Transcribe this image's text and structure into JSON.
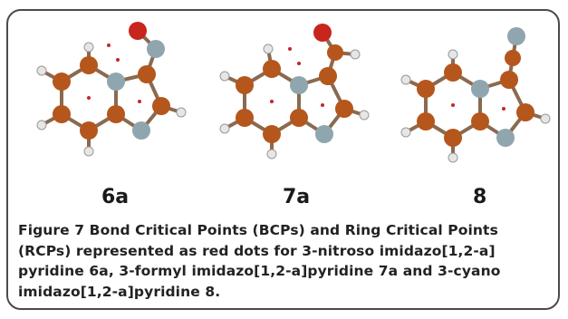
{
  "molecules": [
    {
      "label": "6a",
      "substituent": "nitroso"
    },
    {
      "label": "7a",
      "substituent": "formyl"
    },
    {
      "label": "8",
      "substituent": "cyano"
    }
  ],
  "caption": {
    "figure_label": "Figure 7",
    "text": "Bond Critical Points (BCPs) and Ring Critical Points (RCPs) represented as red dots for 3-nitroso imidazo[1,2-a] pyridine 6a, 3-formyl imidazo[1,2-a]pyridine 7a and 3-cyano imidazo[1,2-a]pyridine 8."
  },
  "colors": {
    "carbon": "#b5561c",
    "nitrogen": "#8fa6ae",
    "oxygen": "#c8251c",
    "hydrogen": "#e6e6e6",
    "critical_point": "#c0282a"
  }
}
